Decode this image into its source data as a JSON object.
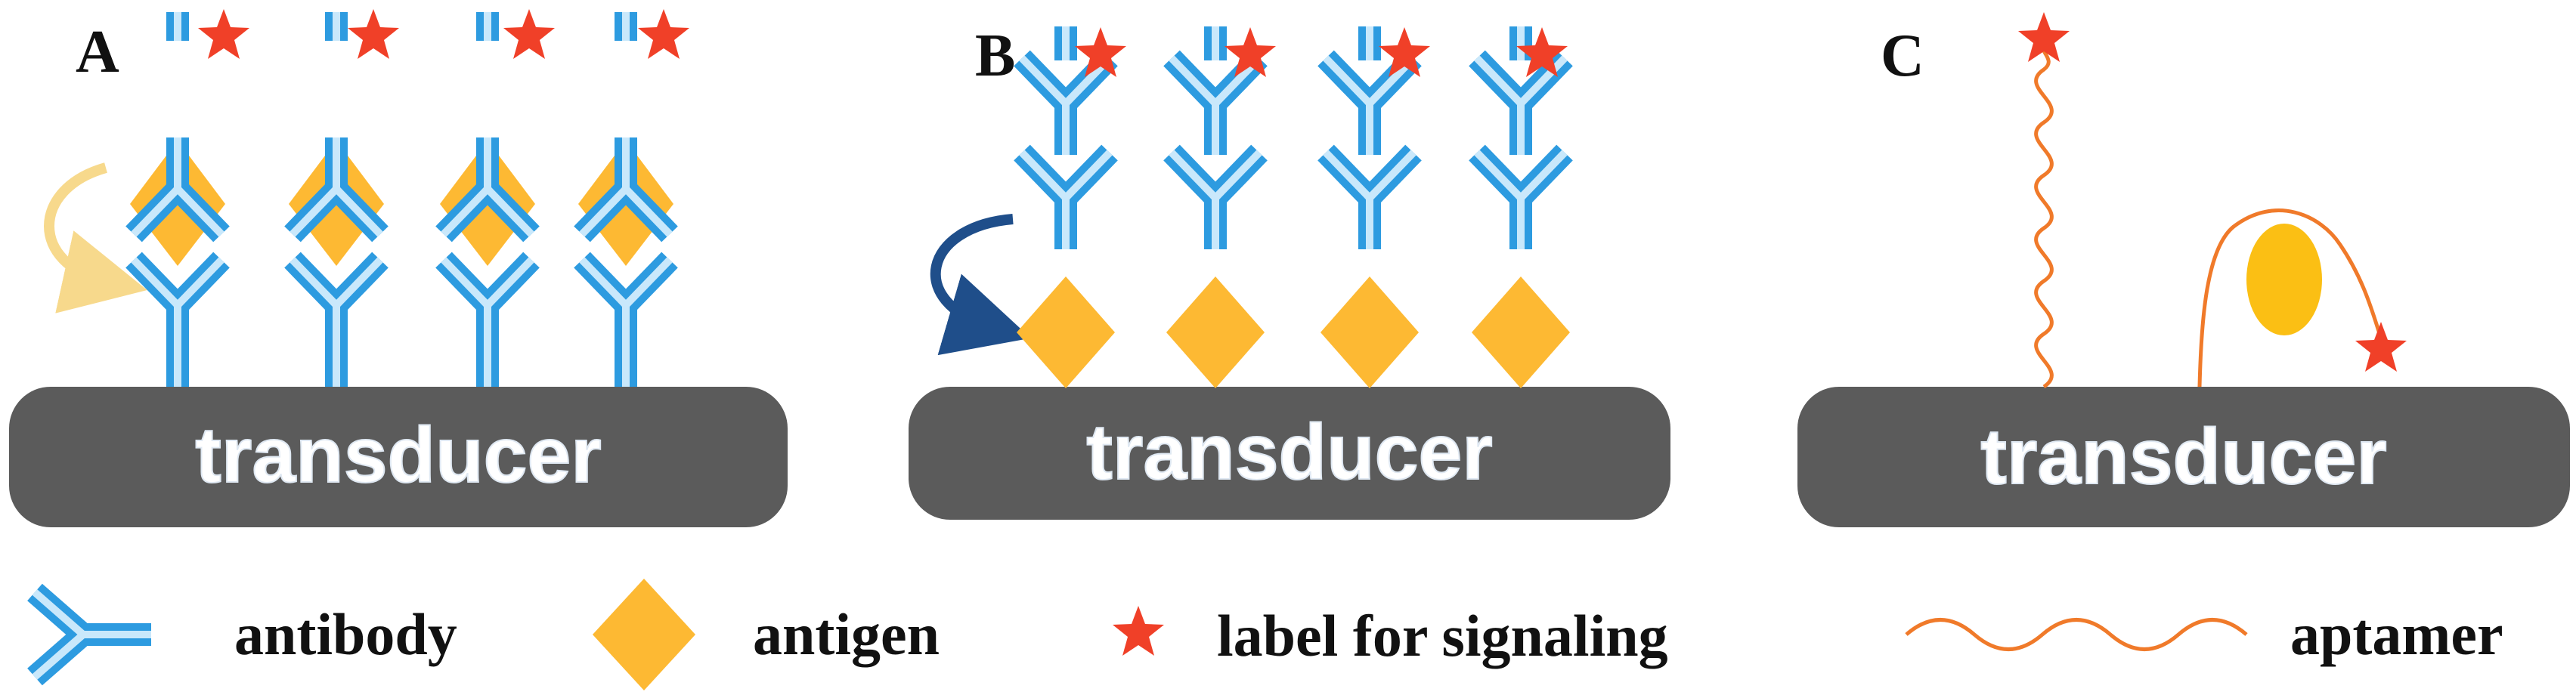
{
  "panels": [
    {
      "letter": "A",
      "transducer": "transducer"
    },
    {
      "letter": "B",
      "transducer": "transducer"
    },
    {
      "letter": "C",
      "transducer": "transducer"
    }
  ],
  "legend": {
    "antibody": "antibody",
    "antigen": "antigen",
    "label": "label for signaling",
    "aptamer": "aptamer"
  },
  "colors": {
    "antibody_outline": "#2d9be0",
    "antibody_fill": "#c9e8fb",
    "antigen": "#fdb933",
    "star": "#f04028",
    "transducer": "#5b5b5b",
    "aptamer": "#f07a2a",
    "arrow_a": "#f7d98c",
    "arrow_b": "#1f4e8a",
    "target_c": "#fbbf14"
  }
}
